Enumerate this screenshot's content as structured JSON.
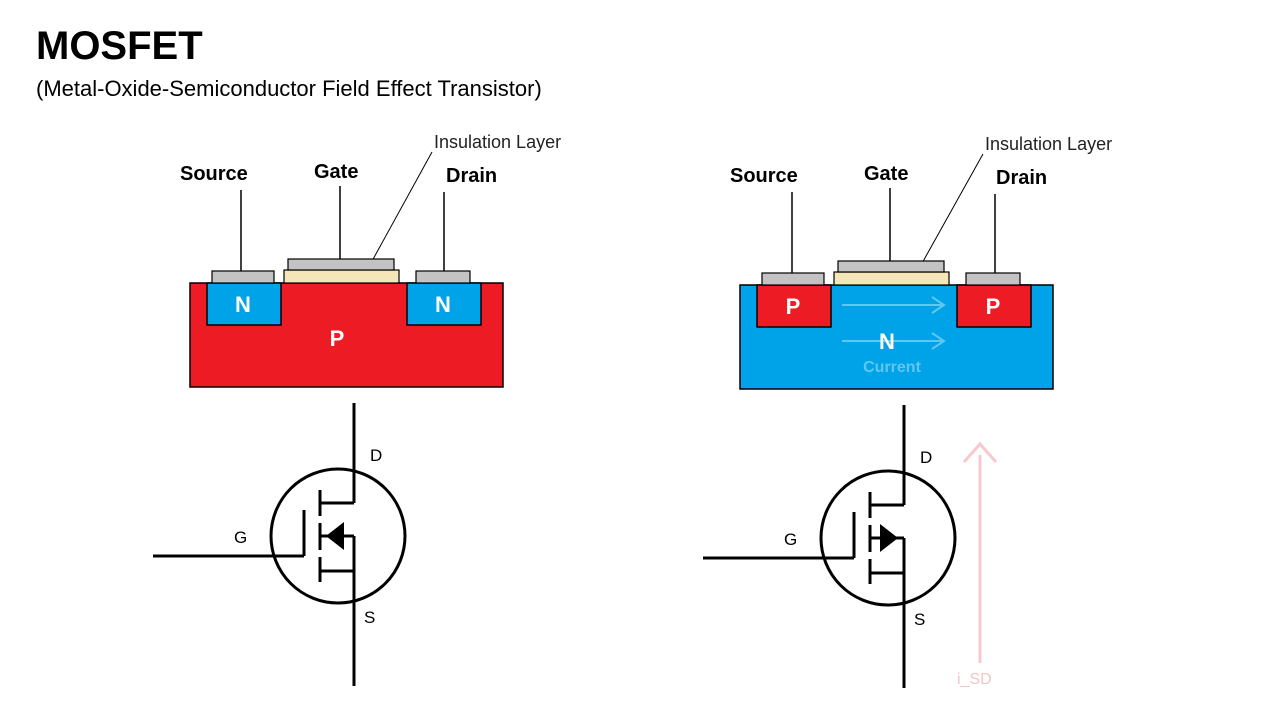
{
  "title": "MOSFET",
  "subtitle": "(Metal-Oxide-Semiconductor Field Effect Transistor)",
  "colors": {
    "p_region": "#ed1c24",
    "n_region": "#00a2e8",
    "contact": "#c3c3c3",
    "oxide": "#f5e6b8",
    "current_arrow": "#5fc7f2",
    "isd_arrow": "#f6c9cd"
  },
  "left": {
    "labels": {
      "source": "Source",
      "gate": "Gate",
      "drain": "Drain",
      "insulation": "Insulation Layer"
    },
    "substrate": "P",
    "source_well": "N",
    "drain_well": "N",
    "symbol": {
      "d": "D",
      "g": "G",
      "s": "S"
    }
  },
  "right": {
    "labels": {
      "source": "Source",
      "gate": "Gate",
      "drain": "Drain",
      "insulation": "Insulation Layer"
    },
    "substrate": "N",
    "source_well": "P",
    "drain_well": "P",
    "current_label": "Current",
    "symbol": {
      "d": "D",
      "g": "G",
      "s": "S"
    },
    "isd_label": "i_SD"
  }
}
